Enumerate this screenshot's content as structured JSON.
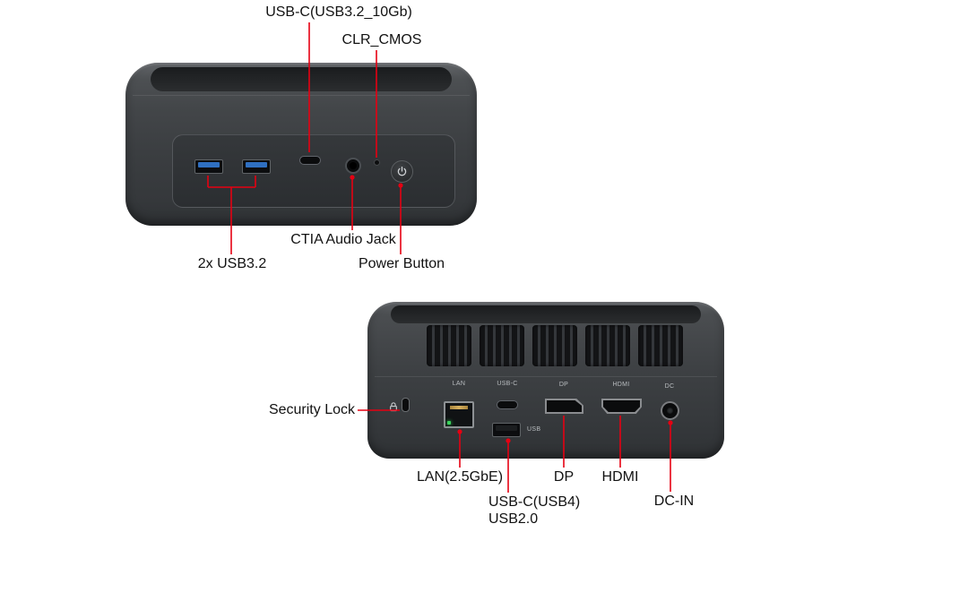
{
  "accent_color": "#e60012",
  "front_view": {
    "labels": {
      "usb_c": "USB-C(USB3.2_10Gb)",
      "clr_cmos": "CLR_CMOS",
      "usb32": "2x USB3.2",
      "audio_jack": "CTIA Audio Jack",
      "power_button": "Power Button"
    }
  },
  "rear_view": {
    "labels": {
      "security_lock": "Security Lock",
      "lan": "LAN(2.5GbE)",
      "usb_c_usb4": "USB-C(USB4)",
      "usb2": "USB2.0",
      "dp": "DP",
      "hdmi": "HDMI",
      "dc_in": "DC-IN"
    },
    "markings": {
      "lan": "LAN",
      "usb_c": "USB-C",
      "dp": "DP",
      "hdmi": "HDMI",
      "usb": "USB",
      "dc": "DC"
    }
  }
}
